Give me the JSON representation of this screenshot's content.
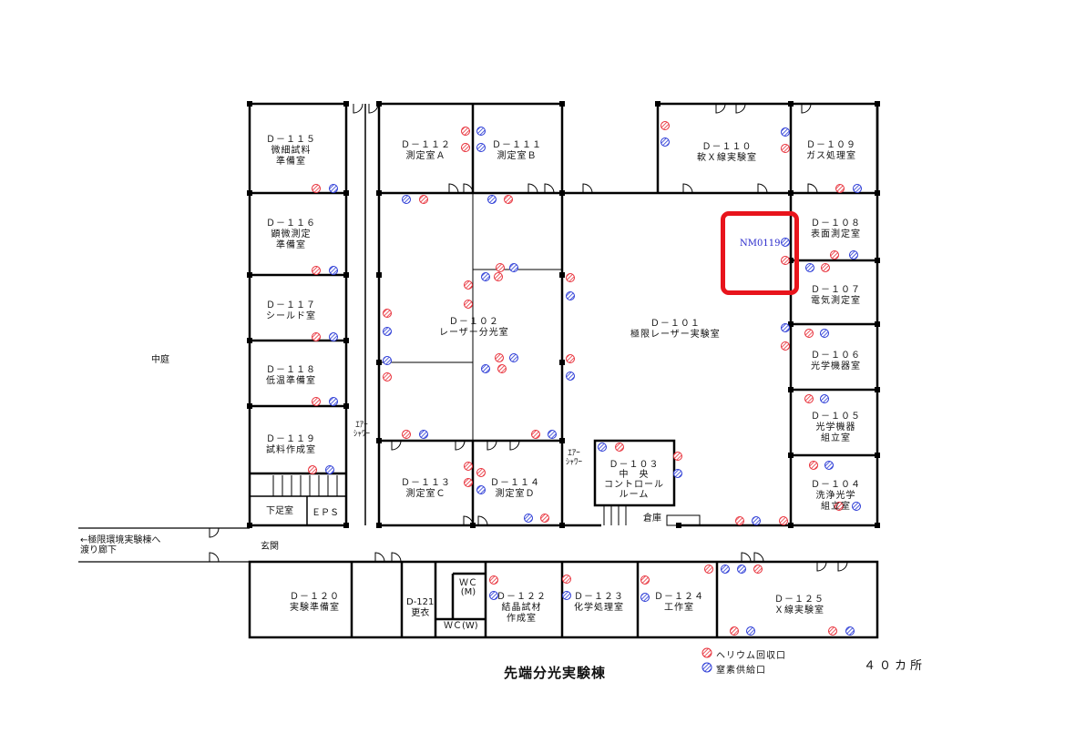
{
  "title": "先端分光実験棟",
  "count_text": "４０カ所",
  "courtyard": "中庭",
  "corridor_link": "←極限環境実験棟へ\n渡り廊下",
  "entrance": "玄関",
  "highlight_tag": "NM0119",
  "legend": {
    "helium": "ヘリウム回収口",
    "nitrogen": "窒素供給口"
  },
  "colors": {
    "helium": "#e8303a",
    "nitrogen": "#2b3bd6",
    "highlight": "#e8141c"
  },
  "rooms": [
    {
      "id": "d115",
      "text": "Ｄ－１１５\n微細試料\n準備室"
    },
    {
      "id": "d116",
      "text": "Ｄ－１１６\n顕微測定\n準備室"
    },
    {
      "id": "d117",
      "text": "Ｄ－１１７\nシールド室"
    },
    {
      "id": "d118",
      "text": "Ｄ－１１８\n低温準備室"
    },
    {
      "id": "d119",
      "text": "Ｄ－１１９\n試料作成室"
    },
    {
      "id": "d112",
      "text": "Ｄ－１１２\n測定室Ａ"
    },
    {
      "id": "d111",
      "text": "Ｄ－１１１\n測定室Ｂ"
    },
    {
      "id": "d110",
      "text": "Ｄ－１１０\n軟Ｘ線実験室"
    },
    {
      "id": "d109",
      "text": "Ｄ－１０９\nガス処理室"
    },
    {
      "id": "d108",
      "text": "Ｄ－１０８\n表面測定室"
    },
    {
      "id": "d107",
      "text": "Ｄ－１０７\n電気測定室"
    },
    {
      "id": "d106",
      "text": "Ｄ－１０６\n光学機器室"
    },
    {
      "id": "d105",
      "text": "Ｄ－１０５\n光学機器\n組立室"
    },
    {
      "id": "d104",
      "text": "Ｄ－１０４\n洗浄光学\n組立室"
    },
    {
      "id": "d102",
      "text": "Ｄ－１０２\nレーザー分光室"
    },
    {
      "id": "d101",
      "text": "Ｄ－１０１\n極限レーザー実験室"
    },
    {
      "id": "d113",
      "text": "Ｄ－１１３\n測定室Ｃ"
    },
    {
      "id": "d114",
      "text": "Ｄ－１１４\n測定室Ｄ"
    },
    {
      "id": "d103",
      "text": "Ｄ－１０３\n中　央\nコントロール\nルーム"
    },
    {
      "id": "d120",
      "text": "Ｄ－１２０\n実験準備室"
    },
    {
      "id": "d121",
      "text": "D-121\n更衣"
    },
    {
      "id": "d122",
      "text": "Ｄ－１２２\n結晶試材\n作成室"
    },
    {
      "id": "d123",
      "text": "Ｄ－１２３\n化学処理室"
    },
    {
      "id": "d124",
      "text": "Ｄ－１２４\n工作室"
    },
    {
      "id": "d125",
      "text": "Ｄ－１２５\nＸ線実験室"
    }
  ],
  "small_labels": {
    "shower1": "ｴｱｰ\nｼｬﾜｰ",
    "shower2": "ｴｱｰ\nｼｬﾜｰ",
    "shitaba": "下足室",
    "eps": "ＥＰＳ",
    "storage": "倉庫",
    "wcm": "ＷＣ\n(M)",
    "wcw": "ＷＣ(W)"
  }
}
